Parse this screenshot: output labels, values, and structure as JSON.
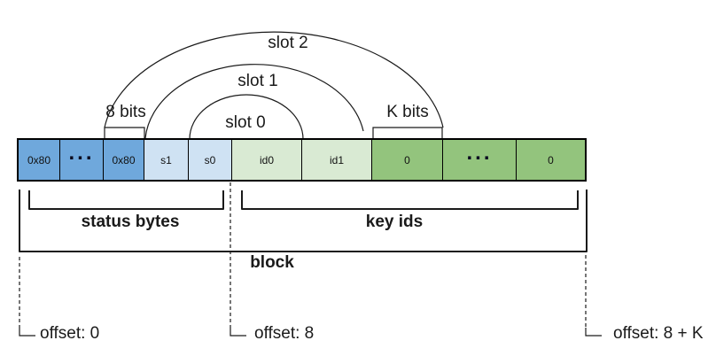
{
  "diagram": {
    "arcs": {
      "slot0": "slot 0",
      "slot1": "slot 1",
      "slot2": "slot 2"
    },
    "size_labels": {
      "status_byte_width": "8 bits",
      "key_id_width": "K bits"
    },
    "row": {
      "cells": [
        {
          "label": "0x80",
          "color": "#6fa8dc",
          "group": "status-byte"
        },
        {
          "label": "...",
          "color": "#6fa8dc",
          "group": "status-byte"
        },
        {
          "label": "0x80",
          "color": "#6fa8dc",
          "group": "status-byte"
        },
        {
          "label": "s1",
          "color": "#cfe2f3",
          "group": "slot-status"
        },
        {
          "label": "s0",
          "color": "#cfe2f3",
          "group": "slot-status"
        },
        {
          "label": "id0",
          "color": "#d9ead3",
          "group": "key-id"
        },
        {
          "label": "id1",
          "color": "#d9ead3",
          "group": "key-id"
        },
        {
          "label": "0",
          "color": "#93c47d",
          "group": "key-id-free"
        },
        {
          "label": "...",
          "color": "#93c47d",
          "group": "key-id-free"
        },
        {
          "label": "0",
          "color": "#93c47d",
          "group": "key-id-free"
        }
      ]
    },
    "braces": {
      "status_bytes": "status bytes",
      "key_ids": "key ids",
      "block": "block"
    },
    "offsets": {
      "start": "offset: 0",
      "key_ids_start": "offset: 8",
      "end": "offset: 8 + K"
    },
    "colors": {
      "status_byte": "#6fa8dc",
      "slot_status": "#cfe2f3",
      "key_id": "#d9ead3",
      "key_id_free": "#93c47d",
      "line": "#000000",
      "background": "#ffffff"
    }
  }
}
